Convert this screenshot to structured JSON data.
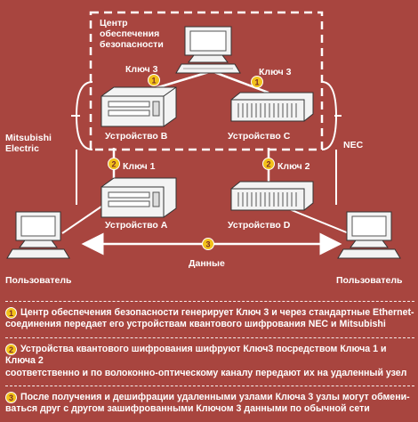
{
  "center": {
    "label_lines": [
      "Центр",
      "обеспечения",
      "безопасности"
    ]
  },
  "vendors": {
    "left_lines": [
      "Mitsubishi",
      "Electric"
    ],
    "right": "NEC"
  },
  "devices": {
    "b": "Устройство B",
    "c": "Устройство C",
    "a": "Устройство A",
    "d": "Устройство D"
  },
  "keys": {
    "key3_left": "Ключ 3",
    "key3_right": "Ключ 3",
    "key1": "Ключ 1",
    "key2": "Ключ 2"
  },
  "link": {
    "data": "Данные"
  },
  "users": {
    "left": "Пользователь",
    "right": "Пользователь"
  },
  "badges": [
    "1",
    "2",
    "3"
  ],
  "notes": [
    {
      "num": "1",
      "lines": [
        "Центр обеспечения безопасности генерирует Ключ 3 и через стандартные Ethernet-",
        "соединения передает его устройствам квантового шифрования  NEC и Mitsubishi"
      ]
    },
    {
      "num": "2",
      "lines": [
        "Устройства квантового шифрования шифруют Ключ3 посредством Ключа 1 и Ключа 2",
        "соответственно и по волоконно-оптическому каналу передают их на удаленный узел"
      ]
    },
    {
      "num": "3",
      "lines": [
        "После получения и дешифрации удаленными узлами Ключа 3 узлы могут обмени-",
        "ваться друг с другом зашифрованными Ключом 3 данными по обычной сети"
      ]
    }
  ],
  "colors": {
    "background": "#a8453f",
    "badge": "#f2c11a",
    "device_fill": "#f3f3f3",
    "line": "#ffffff"
  }
}
